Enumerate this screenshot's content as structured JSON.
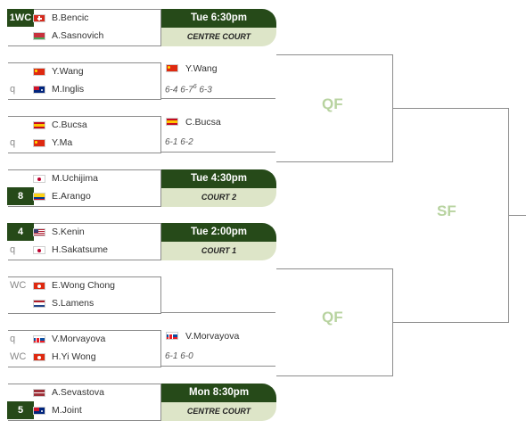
{
  "rounds": {
    "qf_top": "QF",
    "qf_bottom": "QF",
    "sf": "SF"
  },
  "matches": [
    {
      "p1": {
        "seed": "1WC",
        "seed_style": "dark",
        "flag": "sui",
        "name": "B.Bencic"
      },
      "p2": {
        "seed": "",
        "seed_style": "",
        "flag": "blr",
        "name": "A.Sasnovich"
      },
      "banner": {
        "time": "Tue 6:30pm",
        "court": "CENTRE COURT"
      }
    },
    {
      "p1": {
        "seed": "",
        "seed_style": "",
        "flag": "chn",
        "name": "Y.Wang"
      },
      "p2": {
        "seed": "q",
        "seed_style": "",
        "flag": "aus",
        "name": "M.Inglis"
      },
      "winner": {
        "flag": "chn",
        "name": "Y.Wang",
        "score": "6-4 6-7",
        "tb": "6",
        "score_end": " 6-3"
      }
    },
    {
      "p1": {
        "seed": "",
        "seed_style": "",
        "flag": "esp",
        "name": "C.Bucsa"
      },
      "p2": {
        "seed": "q",
        "seed_style": "",
        "flag": "chn",
        "name": "Y.Ma"
      },
      "winner": {
        "flag": "esp",
        "name": "C.Bucsa",
        "score": "6-1 6-2",
        "tb": "",
        "score_end": ""
      }
    },
    {
      "p1": {
        "seed": "",
        "seed_style": "",
        "flag": "jpn",
        "name": "M.Uchijima"
      },
      "p2": {
        "seed": "8",
        "seed_style": "dark",
        "flag": "col",
        "name": "E.Arango"
      },
      "banner": {
        "time": "Tue 4:30pm",
        "court": "COURT 2"
      }
    },
    {
      "p1": {
        "seed": "4",
        "seed_style": "dark",
        "flag": "usa",
        "name": "S.Kenin"
      },
      "p2": {
        "seed": "q",
        "seed_style": "",
        "flag": "jpn",
        "name": "H.Sakatsume"
      },
      "banner": {
        "time": "Tue 2:00pm",
        "court": "COURT 1"
      }
    },
    {
      "p1": {
        "seed": "WC",
        "seed_style": "",
        "flag": "hkg",
        "name": "E.Wong Chong"
      },
      "p2": {
        "seed": "",
        "seed_style": "",
        "flag": "ned",
        "name": "S.Lamens"
      }
    },
    {
      "p1": {
        "seed": "q",
        "seed_style": "",
        "flag": "svk",
        "name": "V.Morvayova"
      },
      "p2": {
        "seed": "WC",
        "seed_style": "",
        "flag": "hkg",
        "name": "H.Yi Wong"
      },
      "winner": {
        "flag": "svk",
        "name": "V.Morvayova",
        "score": "6-1 6-0",
        "tb": "",
        "score_end": ""
      }
    },
    {
      "p1": {
        "seed": "",
        "seed_style": "",
        "flag": "lat",
        "name": "A.Sevastova"
      },
      "p2": {
        "seed": "5",
        "seed_style": "dark",
        "flag": "aus",
        "name": "M.Joint"
      },
      "banner": {
        "time": "Mon 8:30pm",
        "court": "CENTRE COURT"
      }
    }
  ]
}
